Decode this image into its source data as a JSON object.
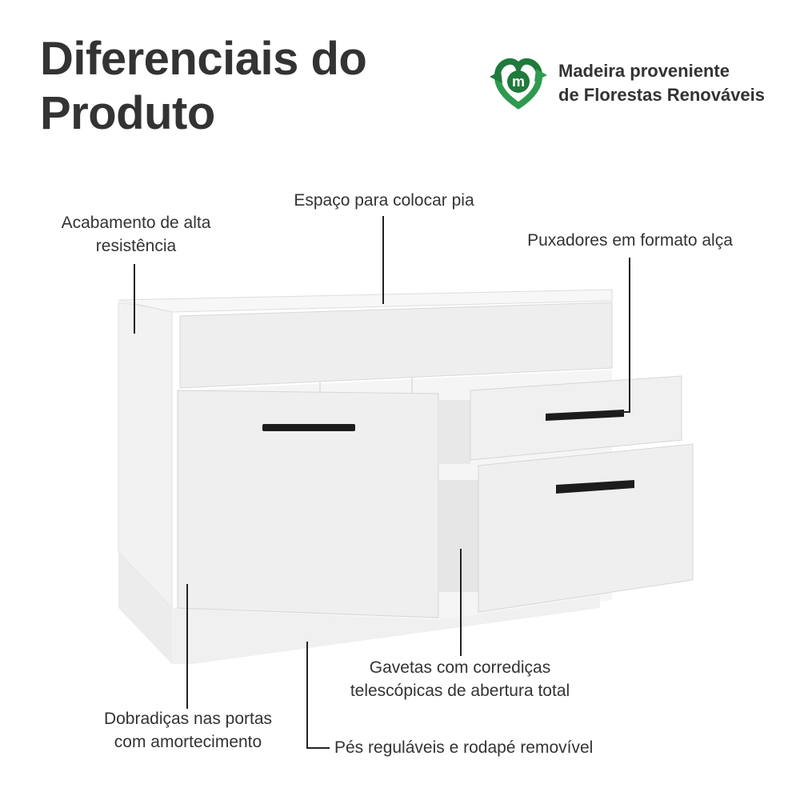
{
  "header": {
    "title_line1": "Diferenciais do",
    "title_line2": "Produto"
  },
  "badge": {
    "icon": "recycle-m-icon",
    "line1": "Madeira proveniente",
    "line2": "de Florestas Renováveis",
    "color": "#1f7a3c"
  },
  "callouts": {
    "finish": [
      "Acabamento de alta",
      "resistência"
    ],
    "sink_space": "Espaço para colocar pia",
    "handles": "Puxadores em formato alça",
    "slides": [
      "Gavetas com corrediças",
      "telescópicas de abertura total"
    ],
    "hinges": [
      "Dobradiças nas portas",
      "com amortecimento"
    ],
    "feet": "Pés reguláveis e rodapé removível"
  }
}
